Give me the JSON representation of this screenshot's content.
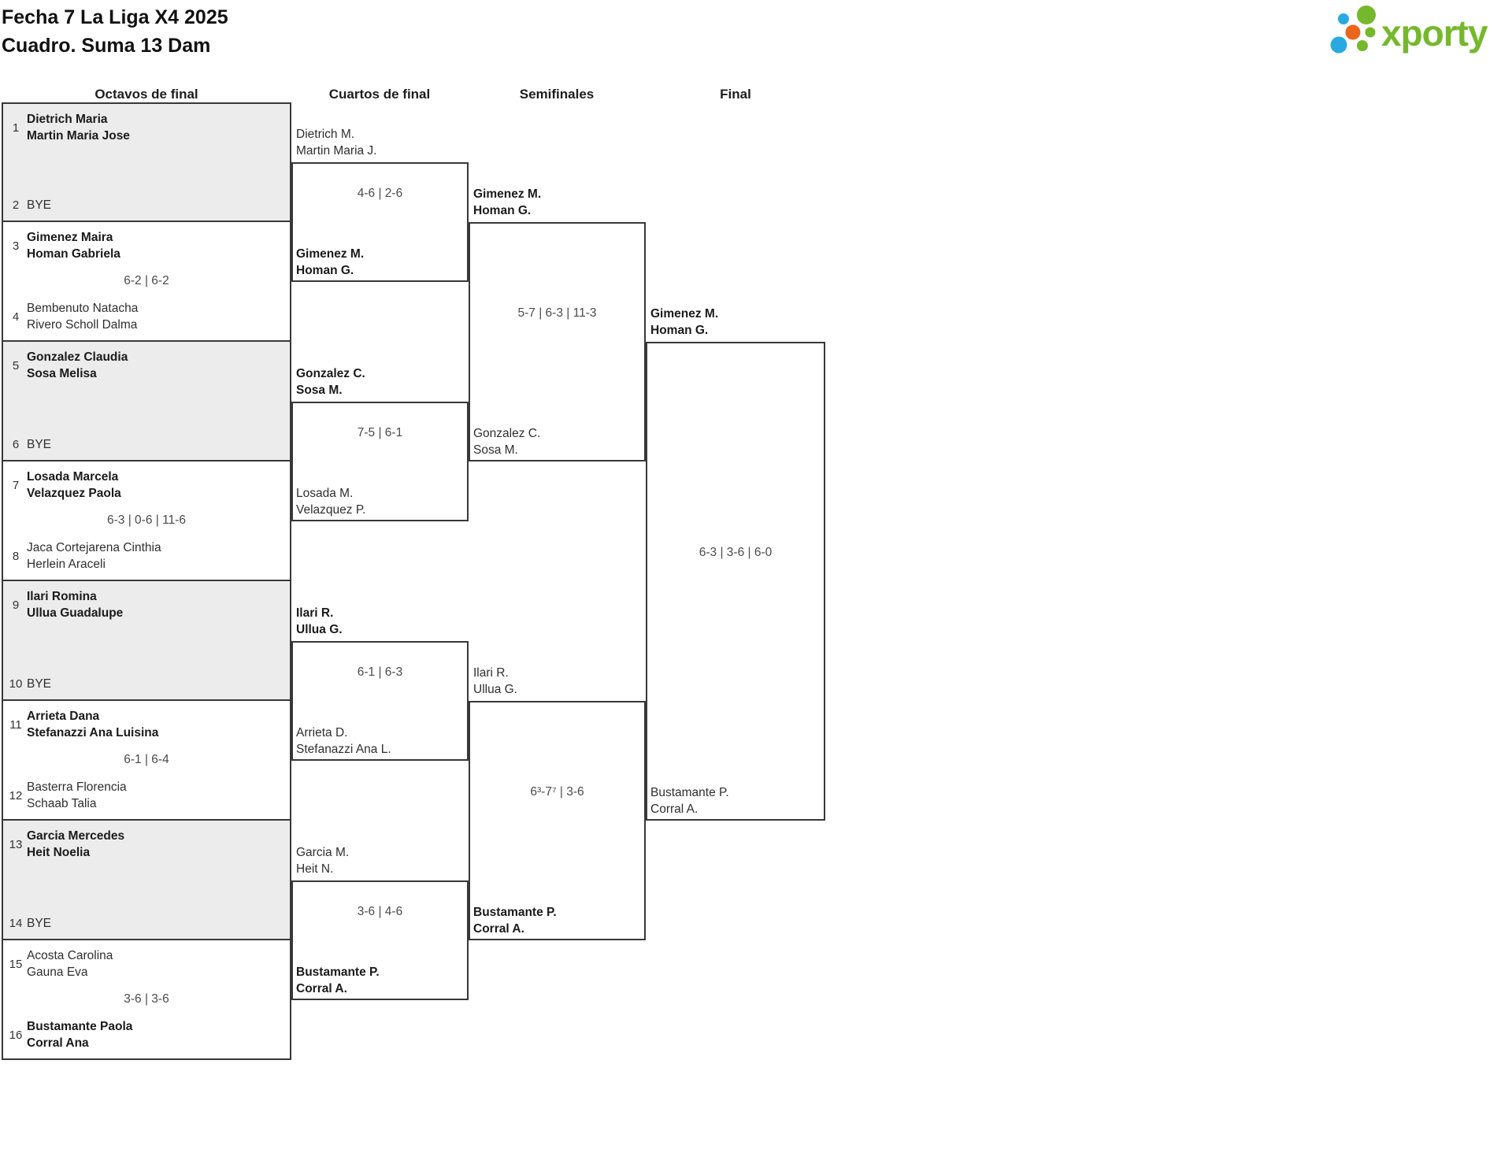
{
  "title": {
    "line1": "Fecha 7 La Liga X4 2025",
    "line2": "Cuadro. Suma 13 Dam"
  },
  "logo": {
    "brand": "xporty"
  },
  "colors": {
    "logo_green": "#76b82d",
    "logo_blue": "#29a9e1",
    "logo_orange": "#e8671d",
    "border": "#383838",
    "bye_fill": "#ececec"
  },
  "headers": [
    "Octavos de final",
    "Cuartos de final",
    "Semifinales",
    "Final"
  ],
  "r16": {
    "matches": [
      {
        "score": "",
        "top": {
          "seed": "1",
          "l1": "Dietrich Maria",
          "l2": "Martin Maria Jose",
          "bold": true
        },
        "bottom": {
          "seed": "2",
          "l1": "BYE",
          "bold": false
        }
      },
      {
        "score": "6-2 | 6-2",
        "top": {
          "seed": "3",
          "l1": "Gimenez Maira",
          "l2": "Homan Gabriela",
          "bold": true
        },
        "bottom": {
          "seed": "4",
          "l1": "Bembenuto Natacha",
          "l2": "Rivero Scholl Dalma",
          "bold": false
        }
      },
      {
        "score": "",
        "top": {
          "seed": "5",
          "l1": "Gonzalez Claudia",
          "l2": "Sosa Melisa",
          "bold": true
        },
        "bottom": {
          "seed": "6",
          "l1": "BYE",
          "bold": false
        }
      },
      {
        "score": "6-3 | 0-6 | 11-6",
        "top": {
          "seed": "7",
          "l1": "Losada Marcela",
          "l2": "Velazquez Paola",
          "bold": true
        },
        "bottom": {
          "seed": "8",
          "l1": "Jaca Cortejarena Cinthia",
          "l2": "Herlein Araceli",
          "bold": false
        }
      },
      {
        "score": "",
        "top": {
          "seed": "9",
          "l1": "Ilari Romina",
          "l2": "Ullua Guadalupe",
          "bold": true
        },
        "bottom": {
          "seed": "10",
          "l1": "BYE",
          "bold": false
        }
      },
      {
        "score": "6-1 | 6-4",
        "top": {
          "seed": "11",
          "l1": "Arrieta Dana",
          "l2": "Stefanazzi Ana Luisina",
          "bold": true
        },
        "bottom": {
          "seed": "12",
          "l1": "Basterra Florencia",
          "l2": "Schaab Talia",
          "bold": false
        }
      },
      {
        "score": "",
        "top": {
          "seed": "13",
          "l1": "Garcia Mercedes",
          "l2": "Heit Noelia",
          "bold": true
        },
        "bottom": {
          "seed": "14",
          "l1": "BYE",
          "bold": false
        }
      },
      {
        "score": "3-6 | 3-6",
        "top": {
          "seed": "15",
          "l1": "Acosta Carolina",
          "l2": "Gauna Eva",
          "bold": false
        },
        "bottom": {
          "seed": "16",
          "l1": "Bustamante Paola",
          "l2": "Corral Ana",
          "bold": true
        }
      }
    ]
  },
  "qf": {
    "matches": [
      {
        "score": "4-6 | 2-6",
        "top": {
          "l1": "Dietrich M.",
          "l2": "Martin Maria J.",
          "bold": false
        },
        "bottom": {
          "l1": "Gimenez M.",
          "l2": "Homan G.",
          "bold": true
        }
      },
      {
        "score": "7-5 | 6-1",
        "top": {
          "l1": "Gonzalez C.",
          "l2": "Sosa M.",
          "bold": true
        },
        "bottom": {
          "l1": "Losada M.",
          "l2": "Velazquez P.",
          "bold": false
        }
      },
      {
        "score": "6-1 | 6-3",
        "top": {
          "l1": "Ilari R.",
          "l2": "Ullua G.",
          "bold": true
        },
        "bottom": {
          "l1": "Arrieta D.",
          "l2": "Stefanazzi Ana L.",
          "bold": false
        }
      },
      {
        "score": "3-6 | 4-6",
        "top": {
          "l1": "Garcia M.",
          "l2": "Heit N.",
          "bold": false
        },
        "bottom": {
          "l1": "Bustamante P.",
          "l2": "Corral A.",
          "bold": true
        }
      }
    ]
  },
  "sf": {
    "matches": [
      {
        "score": "5-7 | 6-3 | 11-3",
        "top": {
          "l1": "Gimenez M.",
          "l2": "Homan G.",
          "bold": true
        },
        "bottom": {
          "l1": "Gonzalez C.",
          "l2": "Sosa M.",
          "bold": false
        }
      },
      {
        "score": "6³-7⁷ | 3-6",
        "top": {
          "l1": "Ilari R.",
          "l2": "Ullua G.",
          "bold": false
        },
        "bottom": {
          "l1": "Bustamante P.",
          "l2": "Corral A.",
          "bold": true
        }
      }
    ]
  },
  "final": {
    "matches": [
      {
        "score": "6-3 | 3-6 | 6-0",
        "top": {
          "l1": "Gimenez M.",
          "l2": "Homan G.",
          "bold": true
        },
        "bottom": {
          "l1": "Bustamante P.",
          "l2": "Corral A.",
          "bold": false
        }
      }
    ]
  }
}
